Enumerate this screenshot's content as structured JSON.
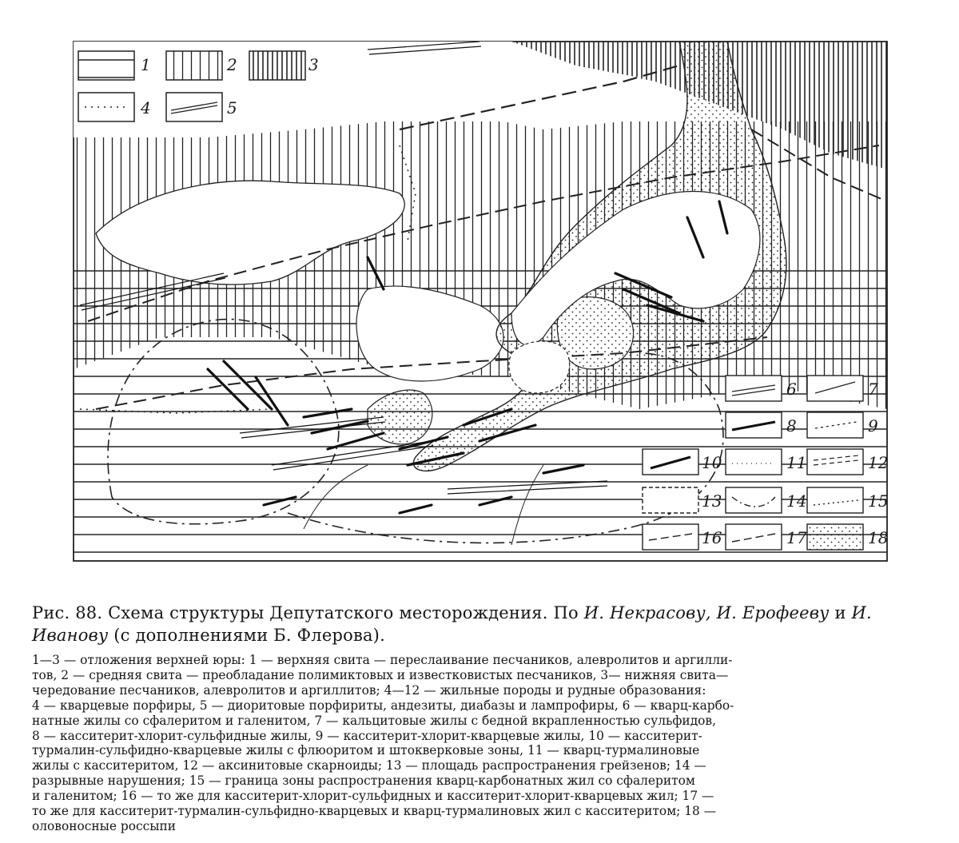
{
  "figure": {
    "legend_numbers": [
      "1",
      "2",
      "3",
      "4",
      "5",
      "6",
      "7",
      "8",
      "9",
      "10",
      "11",
      "12",
      "13",
      "14",
      "15",
      "16",
      "17",
      "18"
    ]
  },
  "caption": {
    "title_a": "Рис. 88. Схема структуры Депутатского месторождения. По ",
    "title_authors_1": "И. Некрасову, И. Ерофееву",
    "title_b": " и ",
    "title_authors_2": "И. Иванову",
    "title_c": " (с дополнениями Б. Флерова).",
    "body_lines": [
      "1—3 — отложения верхней юры: 1 — верхняя свита — переслаивание песчаников, алевролитов и аргилли-",
      "тов, 2 — средняя свита — преобладание полимиктовых и известковистых песчаников, 3— нижняя свита—",
      "чередование песчаников, алевролитов и аргиллитов; 4—12 — жильные породы и рудные образования:",
      "4 — кварцевые порфиры, 5 — диоритовые порфириты, андезиты, диабазы и лампрофиры, 6 — кварц-карбо-",
      "натные жилы со сфалеритом и галенитом, 7 — кальцитовые жилы с бедной вкрапленностью сульфидов,",
      "8 — касситерит-хлорит-сульфидные жилы, 9 — касситерит-хлорит-кварцевые жилы, 10 — касситерит-",
      "турмалин-сульфидно-кварцевые жилы с флюоритом и штокверковые зоны, 11 — кварц-турмалиновые",
      "жилы с касситеритом, 12 — аксинитовые скарноиды; 13 — площадь распространения грейзенов; 14 —",
      "разрывные нарушения; 15 — граница зоны распространения кварц-карбонатных жил со сфалеритом",
      "и галенитом; 16 — то же для касситерит-хлорит-сульфидных и касситерит-хлорит-кварцевых жил; 17 —",
      "то же для касситерит-турмалин-сульфидно-кварцевых и кварц-турмалиновых жил с касситеритом; 18 —",
      "оловоносные россыпи"
    ]
  }
}
